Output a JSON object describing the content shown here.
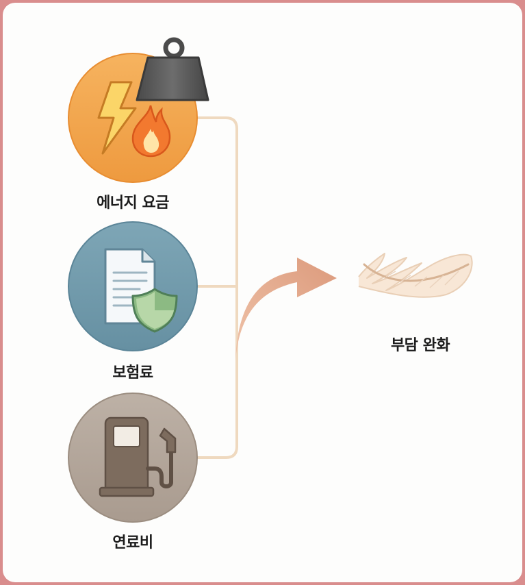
{
  "items": [
    {
      "label": "에너지 요금",
      "icon": "energy-cost-icon"
    },
    {
      "label": "보험료",
      "icon": "insurance-document-shield-icon"
    },
    {
      "label": "연료비",
      "icon": "fuel-pump-icon"
    }
  ],
  "result": {
    "label": "부담 완화",
    "icon": "feather-icon"
  },
  "connector": {
    "icon": "arrow-right-icon"
  },
  "colors": {
    "page_border": "#d98d8d",
    "energy": "#f2a24b",
    "insurance": "#6f9aac",
    "fuel": "#b3a69b",
    "connector_line": "#efd9bf",
    "arrow": "#e0a287",
    "feather": "#f4dbc6"
  }
}
